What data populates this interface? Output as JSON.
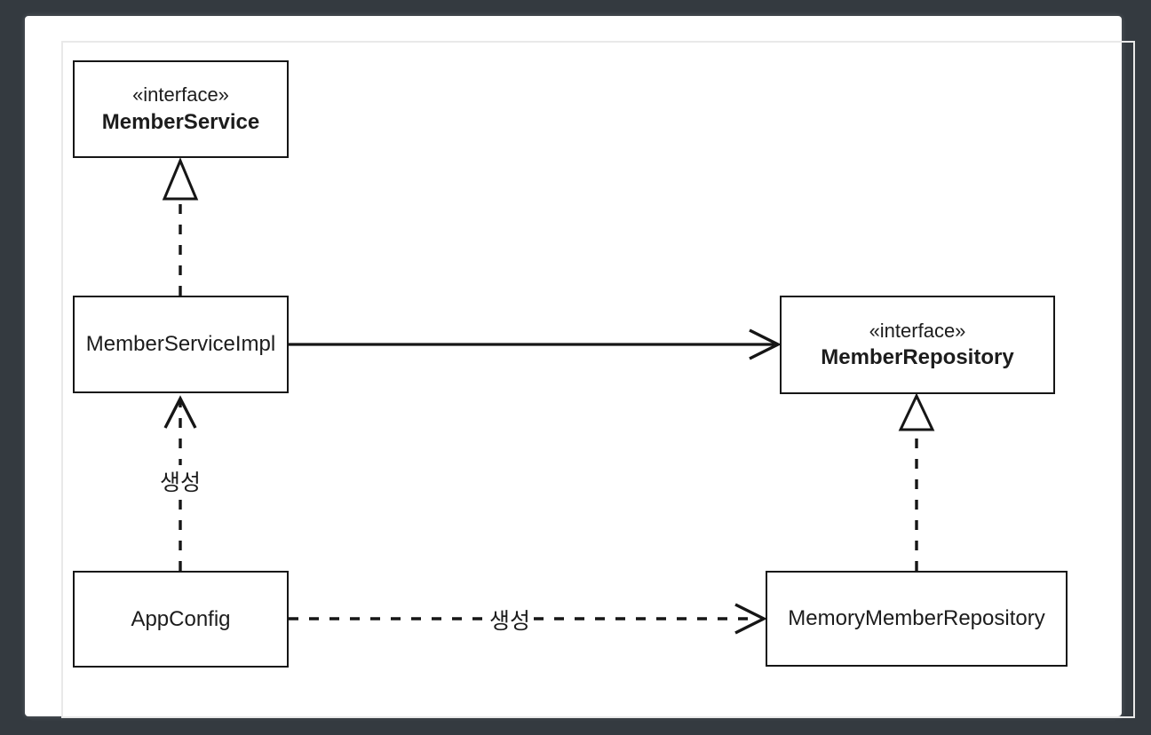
{
  "diagram": {
    "type": "uml-class-diagram",
    "colors": {
      "page_background": "#343a40",
      "canvas": "#ffffff",
      "line": "#161616",
      "inner_border": "#e9e9e9",
      "text": "#1c1c1c"
    },
    "boxes": {
      "member_service": {
        "stereotype": "«interface»",
        "name": "MemberService"
      },
      "member_service_impl": {
        "name": "MemberServiceImpl"
      },
      "member_repository": {
        "stereotype": "«interface»",
        "name": "MemberRepository"
      },
      "app_config": {
        "name": "AppConfig"
      },
      "memory_member_repository": {
        "name": "MemoryMemberRepository"
      }
    },
    "edges": [
      {
        "from": "MemberServiceImpl",
        "to": "MemberService",
        "type": "realization",
        "style": "dashed, hollow triangle head",
        "label": ""
      },
      {
        "from": "MemberServiceImpl",
        "to": "MemberRepository",
        "type": "association",
        "style": "solid, open arrow head",
        "label": ""
      },
      {
        "from": "AppConfig",
        "to": "MemberServiceImpl",
        "type": "dependency",
        "style": "dashed, open arrow head",
        "label": "생성"
      },
      {
        "from": "AppConfig",
        "to": "MemoryMemberRepository",
        "type": "dependency",
        "style": "dashed, open arrow head",
        "label": "생성"
      },
      {
        "from": "MemoryMemberRepository",
        "to": "MemberRepository",
        "type": "realization",
        "style": "dashed, hollow triangle head",
        "label": ""
      }
    ]
  }
}
